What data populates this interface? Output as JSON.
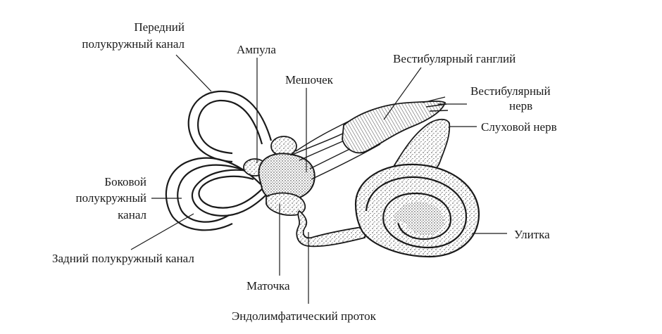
{
  "labels": {
    "anterior_canal": [
      "Передний",
      "полукружный канал"
    ],
    "ampulla": "Ампула",
    "saccule": "Мешочек",
    "vestibular_ganglion": "Вестибулярный ганглий",
    "vestibular_nerve": [
      "Вестибулярный",
      "нерв"
    ],
    "auditory_nerve": "Слуховой нерв",
    "lateral_canal": [
      "Боковой",
      "полукружный",
      "канал"
    ],
    "posterior_canal": "Задний полукружный канал",
    "utricle": "Маточка",
    "cochlea": "Улитка",
    "endolymphatic_duct": "Эндолимфатический проток"
  }
}
